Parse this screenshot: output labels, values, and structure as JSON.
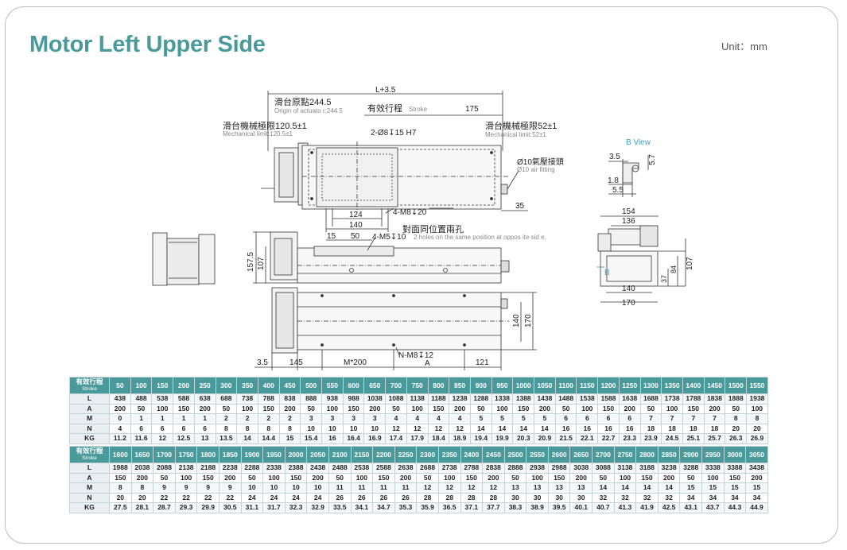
{
  "page": {
    "title": "Motor Left Upper Side",
    "unit": "Unit：mm"
  },
  "drawing": {
    "top_view": {
      "overall": "L+3.5",
      "origin_cn": "滑台原點244.5",
      "origin_en": "Origin of actuato r:244.5",
      "stroke_cn": "有效行程",
      "stroke_en": "Stroke",
      "right_175": "175",
      "mech_left_cn": "滑台機械極限120.5±1",
      "mech_left_en": "Mechanical limit:120.5±1",
      "mech_right_cn": "滑台機械極限52±1",
      "mech_right_en": "Mechanical limit:52±1",
      "pin_hole": "2-Ø8↧15 H7",
      "air_cn": "Ø10氣壓接頭",
      "air_en": "Ø10 air fitting",
      "dim_124": "124",
      "dim_140": "140",
      "tap": "4-M8↧20",
      "dim_35": "35"
    },
    "side_view": {
      "holes_cn": "對面同位置兩孔",
      "holes_en": "2 holes on the same position at oppos ite sid e.",
      "dim_15": "15",
      "dim_50": "50",
      "tap_m5": "4-M5↧10",
      "dim_1575": "157.5",
      "dim_107": "107"
    },
    "bottom_view": {
      "dim_35": "3.5",
      "dim_145": "145",
      "dim_m200": "M*200",
      "dim_nm8": "N-M8↧12",
      "dim_a": "A",
      "dim_121": "121",
      "dim_140": "140",
      "dim_170": "170"
    },
    "b_view": {
      "label": "B View",
      "dim_35": "3.5",
      "dim_57": "5.7",
      "dim_18": "1.8",
      "dim_55": "5.5"
    },
    "end_view": {
      "dim_154": "154",
      "dim_136": "136",
      "dim_37": "37",
      "dim_84": "84",
      "dim_107": "107",
      "dim_140": "140",
      "dim_170": "170",
      "b_mark": "B"
    }
  },
  "table1": {
    "header_cn": "有效行程",
    "header_en": "Stroke",
    "strokes": [
      "50",
      "100",
      "150",
      "200",
      "250",
      "300",
      "350",
      "400",
      "450",
      "500",
      "550",
      "600",
      "650",
      "700",
      "750",
      "800",
      "850",
      "900",
      "950",
      "1000",
      "1050",
      "1100",
      "1150",
      "1200",
      "1250",
      "1300",
      "1350",
      "1400",
      "1450",
      "1500",
      "1550"
    ],
    "rows": [
      {
        "label": "L",
        "values": [
          "438",
          "488",
          "538",
          "588",
          "638",
          "688",
          "738",
          "788",
          "838",
          "888",
          "938",
          "988",
          "1038",
          "1088",
          "1138",
          "1188",
          "1238",
          "1288",
          "1338",
          "1388",
          "1438",
          "1488",
          "1538",
          "1588",
          "1638",
          "1688",
          "1738",
          "1788",
          "1838",
          "1888",
          "1938"
        ]
      },
      {
        "label": "A",
        "values": [
          "200",
          "50",
          "100",
          "150",
          "200",
          "50",
          "100",
          "150",
          "200",
          "50",
          "100",
          "150",
          "200",
          "50",
          "100",
          "150",
          "200",
          "50",
          "100",
          "150",
          "200",
          "50",
          "100",
          "150",
          "200",
          "50",
          "100",
          "150",
          "200",
          "50",
          "100"
        ]
      },
      {
        "label": "M",
        "values": [
          "0",
          "1",
          "1",
          "1",
          "1",
          "2",
          "2",
          "2",
          "2",
          "3",
          "3",
          "3",
          "3",
          "4",
          "4",
          "4",
          "4",
          "5",
          "5",
          "5",
          "5",
          "6",
          "6",
          "6",
          "6",
          "7",
          "7",
          "7",
          "7",
          "8",
          "8"
        ]
      },
      {
        "label": "N",
        "values": [
          "4",
          "6",
          "6",
          "6",
          "6",
          "8",
          "8",
          "8",
          "8",
          "10",
          "10",
          "10",
          "10",
          "12",
          "12",
          "12",
          "12",
          "14",
          "14",
          "14",
          "14",
          "16",
          "16",
          "16",
          "16",
          "18",
          "18",
          "18",
          "18",
          "20",
          "20"
        ]
      },
      {
        "label": "KG",
        "values": [
          "11.2",
          "11.6",
          "12",
          "12.5",
          "13",
          "13.5",
          "14",
          "14.4",
          "15",
          "15.4",
          "16",
          "16.4",
          "16.9",
          "17.4",
          "17.9",
          "18.4",
          "18.9",
          "19.4",
          "19.9",
          "20.3",
          "20.9",
          "21.5",
          "22.1",
          "22.7",
          "23.3",
          "23.9",
          "24.5",
          "25.1",
          "25.7",
          "26.3",
          "26.9"
        ]
      }
    ]
  },
  "table2": {
    "header_cn": "有效行程",
    "header_en": "Stroke",
    "strokes": [
      "1600",
      "1650",
      "1700",
      "1750",
      "1800",
      "1850",
      "1900",
      "1950",
      "2000",
      "2050",
      "2100",
      "2150",
      "2200",
      "2250",
      "2300",
      "2350",
      "2400",
      "2450",
      "2500",
      "2550",
      "2600",
      "2650",
      "2700",
      "2750",
      "2800",
      "2850",
      "2900",
      "2950",
      "3000",
      "3050"
    ],
    "rows": [
      {
        "label": "L",
        "values": [
          "1988",
          "2038",
          "2088",
          "2138",
          "2188",
          "2238",
          "2288",
          "2338",
          "2388",
          "2438",
          "2488",
          "2538",
          "2588",
          "2638",
          "2688",
          "2738",
          "2788",
          "2838",
          "2888",
          "2938",
          "2988",
          "3038",
          "3088",
          "3138",
          "3188",
          "3238",
          "3288",
          "3338",
          "3388",
          "3438"
        ]
      },
      {
        "label": "A",
        "values": [
          "150",
          "200",
          "50",
          "100",
          "150",
          "200",
          "50",
          "100",
          "150",
          "200",
          "50",
          "100",
          "150",
          "200",
          "50",
          "100",
          "150",
          "200",
          "50",
          "100",
          "150",
          "200",
          "50",
          "100",
          "150",
          "200",
          "50",
          "100",
          "150",
          "200"
        ]
      },
      {
        "label": "M",
        "values": [
          "8",
          "8",
          "9",
          "9",
          "9",
          "9",
          "10",
          "10",
          "10",
          "10",
          "11",
          "11",
          "11",
          "11",
          "12",
          "12",
          "12",
          "12",
          "13",
          "13",
          "13",
          "13",
          "14",
          "14",
          "14",
          "14",
          "15",
          "15",
          "15",
          "15"
        ]
      },
      {
        "label": "N",
        "values": [
          "20",
          "20",
          "22",
          "22",
          "22",
          "22",
          "24",
          "24",
          "24",
          "24",
          "26",
          "26",
          "26",
          "26",
          "28",
          "28",
          "28",
          "28",
          "30",
          "30",
          "30",
          "30",
          "32",
          "32",
          "32",
          "32",
          "34",
          "34",
          "34",
          "34"
        ]
      },
      {
        "label": "KG",
        "values": [
          "27.5",
          "28.1",
          "28.7",
          "29.3",
          "29.9",
          "30.5",
          "31.1",
          "31.7",
          "32.3",
          "32.9",
          "33.5",
          "34.1",
          "34.7",
          "35.3",
          "35.9",
          "36.5",
          "37.1",
          "37.7",
          "38.3",
          "38.9",
          "39.5",
          "40.1",
          "40.7",
          "41.3",
          "41.9",
          "42.5",
          "43.1",
          "43.7",
          "44.3",
          "44.9"
        ]
      }
    ]
  }
}
